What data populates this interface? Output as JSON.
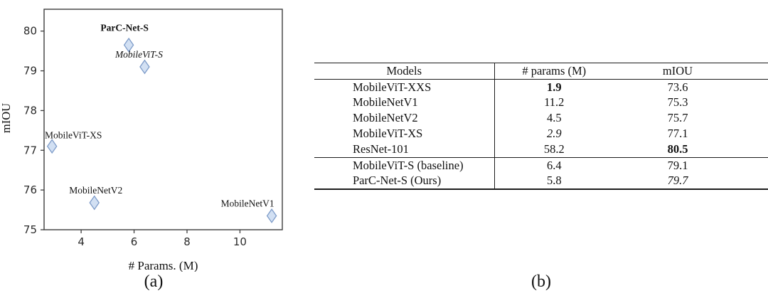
{
  "figure": {
    "caption_a": "(a)",
    "caption_b": "(b)"
  },
  "chart_data": {
    "type": "scatter",
    "title": "",
    "xlabel": "# Params. (M)",
    "ylabel": "mIOU",
    "xlim": [
      2.6,
      11.6
    ],
    "ylim": [
      75,
      80.55
    ],
    "xticks": [
      4,
      6,
      8,
      10
    ],
    "yticks": [
      75,
      76,
      77,
      78,
      79,
      80
    ],
    "grid": false,
    "legend": "none",
    "marker": {
      "shape": "thin-diamond",
      "fill": "#d2e0f3",
      "stroke": "#7e9cc9"
    },
    "points": [
      {
        "label": "ParC-Net-S",
        "x": 5.8,
        "y": 79.65,
        "style": "bold",
        "label_dx": -6,
        "label_dy": -20
      },
      {
        "label": "MobileViT-S",
        "x": 6.4,
        "y": 79.1,
        "style": "italic",
        "label_dx": -8,
        "label_dy": -13
      },
      {
        "label": "MobileViT-XS",
        "x": 2.9,
        "y": 77.1,
        "style": "normal",
        "label_dx": 30,
        "label_dy": -11
      },
      {
        "label": "MobileNetV2",
        "x": 4.5,
        "y": 75.68,
        "style": "normal",
        "label_dx": 2,
        "label_dy": -13
      },
      {
        "label": "MobileNetV1",
        "x": 11.2,
        "y": 75.35,
        "style": "normal",
        "label_dx": -34,
        "label_dy": -13
      }
    ]
  },
  "table": {
    "headers": [
      "Models",
      "# params (M)",
      "mIOU"
    ],
    "section_break_after": 4,
    "rows": [
      {
        "model": "MobileViT-XXS",
        "params": "1.9",
        "params_style": "bold",
        "miou": "73.6",
        "miou_style": "normal"
      },
      {
        "model": "MobileNetV1",
        "params": "11.2",
        "params_style": "normal",
        "miou": "75.3",
        "miou_style": "normal"
      },
      {
        "model": "MobileNetV2",
        "params": "4.5",
        "params_style": "normal",
        "miou": "75.7",
        "miou_style": "normal"
      },
      {
        "model": "MobileViT-XS",
        "params": "2.9",
        "params_style": "italic",
        "miou": "77.1",
        "miou_style": "normal"
      },
      {
        "model": "ResNet-101",
        "params": "58.2",
        "params_style": "normal",
        "miou": "80.5",
        "miou_style": "bold"
      },
      {
        "model": "MobileViT-S (baseline)",
        "params": "6.4",
        "params_style": "normal",
        "miou": "79.1",
        "miou_style": "normal"
      },
      {
        "model": "ParC-Net-S (Ours)",
        "params": "5.8",
        "params_style": "normal",
        "miou": "79.7",
        "miou_style": "italic"
      }
    ]
  }
}
